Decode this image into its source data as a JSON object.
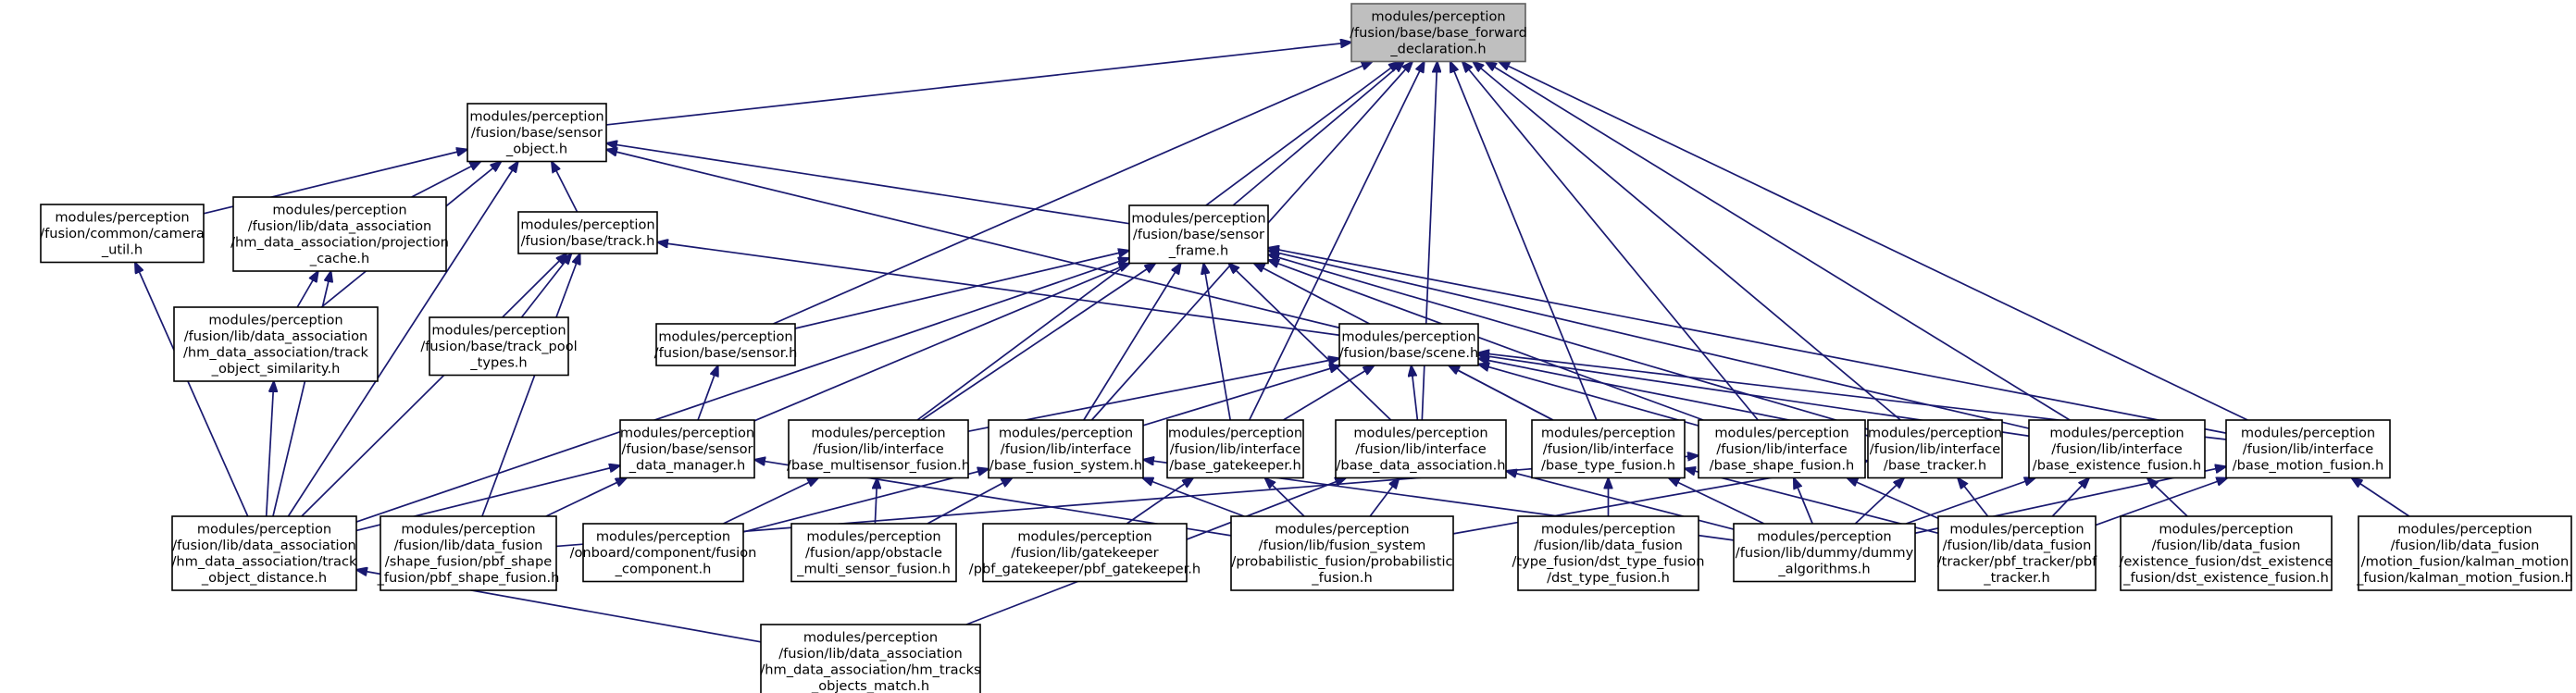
{
  "graph": {
    "edge_color": "#191970",
    "root_fill": "#bfbfbf",
    "nodes": [
      {
        "id": "base_forward_declaration",
        "lines": [
          "modules/perception",
          "/fusion/base/base_forward",
          "_declaration.h"
        ],
        "root": true
      },
      {
        "id": "sensor_object",
        "lines": [
          "modules/perception",
          "/fusion/base/sensor",
          "_object.h"
        ]
      },
      {
        "id": "camera_util",
        "lines": [
          "modules/perception",
          "/fusion/common/camera",
          "_util.h"
        ]
      },
      {
        "id": "projection_cache",
        "lines": [
          "modules/perception",
          "/fusion/lib/data_association",
          "/hm_data_association/projection",
          "_cache.h"
        ]
      },
      {
        "id": "track",
        "lines": [
          "modules/perception",
          "/fusion/base/track.h"
        ]
      },
      {
        "id": "sensor_frame",
        "lines": [
          "modules/perception",
          "/fusion/base/sensor",
          "_frame.h"
        ]
      },
      {
        "id": "track_object_similarity",
        "lines": [
          "modules/perception",
          "/fusion/lib/data_association",
          "/hm_data_association/track",
          "_object_similarity.h"
        ]
      },
      {
        "id": "track_pool_types",
        "lines": [
          "modules/perception",
          "/fusion/base/track_pool",
          "_types.h"
        ]
      },
      {
        "id": "sensor",
        "lines": [
          "modules/perception",
          "/fusion/base/sensor.h"
        ]
      },
      {
        "id": "scene",
        "lines": [
          "modules/perception",
          "/fusion/base/scene.h"
        ]
      },
      {
        "id": "sensor_data_manager",
        "lines": [
          "modules/perception",
          "/fusion/base/sensor",
          "_data_manager.h"
        ]
      },
      {
        "id": "base_multisensor_fusion",
        "lines": [
          "modules/perception",
          "/fusion/lib/interface",
          "/base_multisensor_fusion.h"
        ]
      },
      {
        "id": "base_fusion_system",
        "lines": [
          "modules/perception",
          "/fusion/lib/interface",
          "/base_fusion_system.h"
        ]
      },
      {
        "id": "base_gatekeeper",
        "lines": [
          "modules/perception",
          "/fusion/lib/interface",
          "/base_gatekeeper.h"
        ]
      },
      {
        "id": "base_data_association",
        "lines": [
          "modules/perception",
          "/fusion/lib/interface",
          "/base_data_association.h"
        ]
      },
      {
        "id": "base_type_fusion",
        "lines": [
          "modules/perception",
          "/fusion/lib/interface",
          "/base_type_fusion.h"
        ]
      },
      {
        "id": "base_shape_fusion",
        "lines": [
          "modules/perception",
          "/fusion/lib/interface",
          "/base_shape_fusion.h"
        ]
      },
      {
        "id": "base_tracker",
        "lines": [
          "modules/perception",
          "/fusion/lib/interface",
          "/base_tracker.h"
        ]
      },
      {
        "id": "base_existence_fusion",
        "lines": [
          "modules/perception",
          "/fusion/lib/interface",
          "/base_existence_fusion.h"
        ]
      },
      {
        "id": "base_motion_fusion",
        "lines": [
          "modules/perception",
          "/fusion/lib/interface",
          "/base_motion_fusion.h"
        ]
      },
      {
        "id": "track_object_distance",
        "lines": [
          "modules/perception",
          "/fusion/lib/data_association",
          "/hm_data_association/track",
          "_object_distance.h"
        ]
      },
      {
        "id": "pbf_shape_fusion",
        "lines": [
          "modules/perception",
          "/fusion/lib/data_fusion",
          "/shape_fusion/pbf_shape",
          "_fusion/pbf_shape_fusion.h"
        ]
      },
      {
        "id": "fusion_component",
        "lines": [
          "modules/perception",
          "/onboard/component/fusion",
          "_component.h"
        ]
      },
      {
        "id": "obstacle_multi_sensor_fusion",
        "lines": [
          "modules/perception",
          "/fusion/app/obstacle",
          "_multi_sensor_fusion.h"
        ]
      },
      {
        "id": "pbf_gatekeeper",
        "lines": [
          "modules/perception",
          "/fusion/lib/gatekeeper",
          "/pbf_gatekeeper/pbf_gatekeeper.h"
        ]
      },
      {
        "id": "probabilistic_fusion",
        "lines": [
          "modules/perception",
          "/fusion/lib/fusion_system",
          "/probabilistic_fusion/probabilistic",
          "_fusion.h"
        ]
      },
      {
        "id": "dst_type_fusion",
        "lines": [
          "modules/perception",
          "/fusion/lib/data_fusion",
          "/type_fusion/dst_type_fusion",
          "/dst_type_fusion.h"
        ]
      },
      {
        "id": "dummy_algorithms",
        "lines": [
          "modules/perception",
          "/fusion/lib/dummy/dummy",
          "_algorithms.h"
        ]
      },
      {
        "id": "pbf_tracker",
        "lines": [
          "modules/perception",
          "/fusion/lib/data_fusion",
          "/tracker/pbf_tracker/pbf",
          "_tracker.h"
        ]
      },
      {
        "id": "dst_existence_fusion",
        "lines": [
          "modules/perception",
          "/fusion/lib/data_fusion",
          "/existence_fusion/dst_existence",
          "_fusion/dst_existence_fusion.h"
        ]
      },
      {
        "id": "kalman_motion_fusion",
        "lines": [
          "modules/perception",
          "/fusion/lib/data_fusion",
          "/motion_fusion/kalman_motion",
          "_fusion/kalman_motion_fusion.h"
        ]
      },
      {
        "id": "hm_tracks_objects_match",
        "lines": [
          "modules/perception",
          "/fusion/lib/data_association",
          "/hm_data_association/hm_tracks",
          "_objects_match.h"
        ]
      }
    ],
    "edges": [
      [
        "sensor_object",
        "base_forward_declaration"
      ],
      [
        "sensor_frame",
        "base_forward_declaration"
      ],
      [
        "sensor",
        "base_forward_declaration"
      ],
      [
        "base_multisensor_fusion",
        "base_forward_declaration"
      ],
      [
        "base_fusion_system",
        "base_forward_declaration"
      ],
      [
        "base_gatekeeper",
        "base_forward_declaration"
      ],
      [
        "base_data_association",
        "base_forward_declaration"
      ],
      [
        "base_type_fusion",
        "base_forward_declaration"
      ],
      [
        "base_shape_fusion",
        "base_forward_declaration"
      ],
      [
        "base_tracker",
        "base_forward_declaration"
      ],
      [
        "base_existence_fusion",
        "base_forward_declaration"
      ],
      [
        "base_motion_fusion",
        "base_forward_declaration"
      ],
      [
        "camera_util",
        "sensor_object"
      ],
      [
        "projection_cache",
        "sensor_object"
      ],
      [
        "track",
        "sensor_object"
      ],
      [
        "sensor_frame",
        "sensor_object"
      ],
      [
        "track_object_similarity",
        "sensor_object"
      ],
      [
        "scene",
        "sensor_object"
      ],
      [
        "track_object_distance",
        "sensor_object"
      ],
      [
        "track_object_distance",
        "camera_util"
      ],
      [
        "track_object_similarity",
        "projection_cache"
      ],
      [
        "track_object_distance",
        "projection_cache"
      ],
      [
        "track_pool_types",
        "track"
      ],
      [
        "scene",
        "track"
      ],
      [
        "track_object_distance",
        "track"
      ],
      [
        "pbf_shape_fusion",
        "track"
      ],
      [
        "sensor",
        "sensor_frame"
      ],
      [
        "sensor_data_manager",
        "sensor_frame"
      ],
      [
        "base_multisensor_fusion",
        "sensor_frame"
      ],
      [
        "base_fusion_system",
        "sensor_frame"
      ],
      [
        "base_gatekeeper",
        "sensor_frame"
      ],
      [
        "base_data_association",
        "sensor_frame"
      ],
      [
        "base_type_fusion",
        "sensor_frame"
      ],
      [
        "base_shape_fusion",
        "sensor_frame"
      ],
      [
        "base_tracker",
        "sensor_frame"
      ],
      [
        "base_existence_fusion",
        "sensor_frame"
      ],
      [
        "base_motion_fusion",
        "sensor_frame"
      ],
      [
        "track_object_distance",
        "sensor_frame"
      ],
      [
        "track_object_distance",
        "track_object_similarity"
      ],
      [
        "sensor_data_manager",
        "sensor"
      ],
      [
        "base_multisensor_fusion",
        "scene"
      ],
      [
        "base_fusion_system",
        "scene"
      ],
      [
        "base_gatekeeper",
        "scene"
      ],
      [
        "base_data_association",
        "scene"
      ],
      [
        "base_type_fusion",
        "scene"
      ],
      [
        "base_shape_fusion",
        "scene"
      ],
      [
        "base_tracker",
        "scene"
      ],
      [
        "base_existence_fusion",
        "scene"
      ],
      [
        "base_motion_fusion",
        "scene"
      ],
      [
        "track_object_distance",
        "sensor_data_manager"
      ],
      [
        "pbf_shape_fusion",
        "sensor_data_manager"
      ],
      [
        "probabilistic_fusion",
        "sensor_data_manager"
      ],
      [
        "fusion_component",
        "base_multisensor_fusion"
      ],
      [
        "obstacle_multi_sensor_fusion",
        "base_multisensor_fusion"
      ],
      [
        "fusion_component",
        "base_fusion_system"
      ],
      [
        "obstacle_multi_sensor_fusion",
        "base_fusion_system"
      ],
      [
        "probabilistic_fusion",
        "base_fusion_system"
      ],
      [
        "dummy_algorithms",
        "base_fusion_system"
      ],
      [
        "pbf_gatekeeper",
        "base_gatekeeper"
      ],
      [
        "probabilistic_fusion",
        "base_gatekeeper"
      ],
      [
        "probabilistic_fusion",
        "base_data_association"
      ],
      [
        "dummy_algorithms",
        "base_data_association"
      ],
      [
        "hm_tracks_objects_match",
        "base_data_association"
      ],
      [
        "dst_type_fusion",
        "base_type_fusion"
      ],
      [
        "dummy_algorithms",
        "base_type_fusion"
      ],
      [
        "pbf_tracker",
        "base_type_fusion"
      ],
      [
        "pbf_shape_fusion",
        "base_shape_fusion"
      ],
      [
        "dummy_algorithms",
        "base_shape_fusion"
      ],
      [
        "pbf_tracker",
        "base_shape_fusion"
      ],
      [
        "dummy_algorithms",
        "base_tracker"
      ],
      [
        "pbf_tracker",
        "base_tracker"
      ],
      [
        "probabilistic_fusion",
        "base_tracker"
      ],
      [
        "dummy_algorithms",
        "base_existence_fusion"
      ],
      [
        "pbf_tracker",
        "base_existence_fusion"
      ],
      [
        "dst_existence_fusion",
        "base_existence_fusion"
      ],
      [
        "dummy_algorithms",
        "base_motion_fusion"
      ],
      [
        "pbf_tracker",
        "base_motion_fusion"
      ],
      [
        "kalman_motion_fusion",
        "base_motion_fusion"
      ],
      [
        "hm_tracks_objects_match",
        "track_object_distance"
      ]
    ]
  }
}
